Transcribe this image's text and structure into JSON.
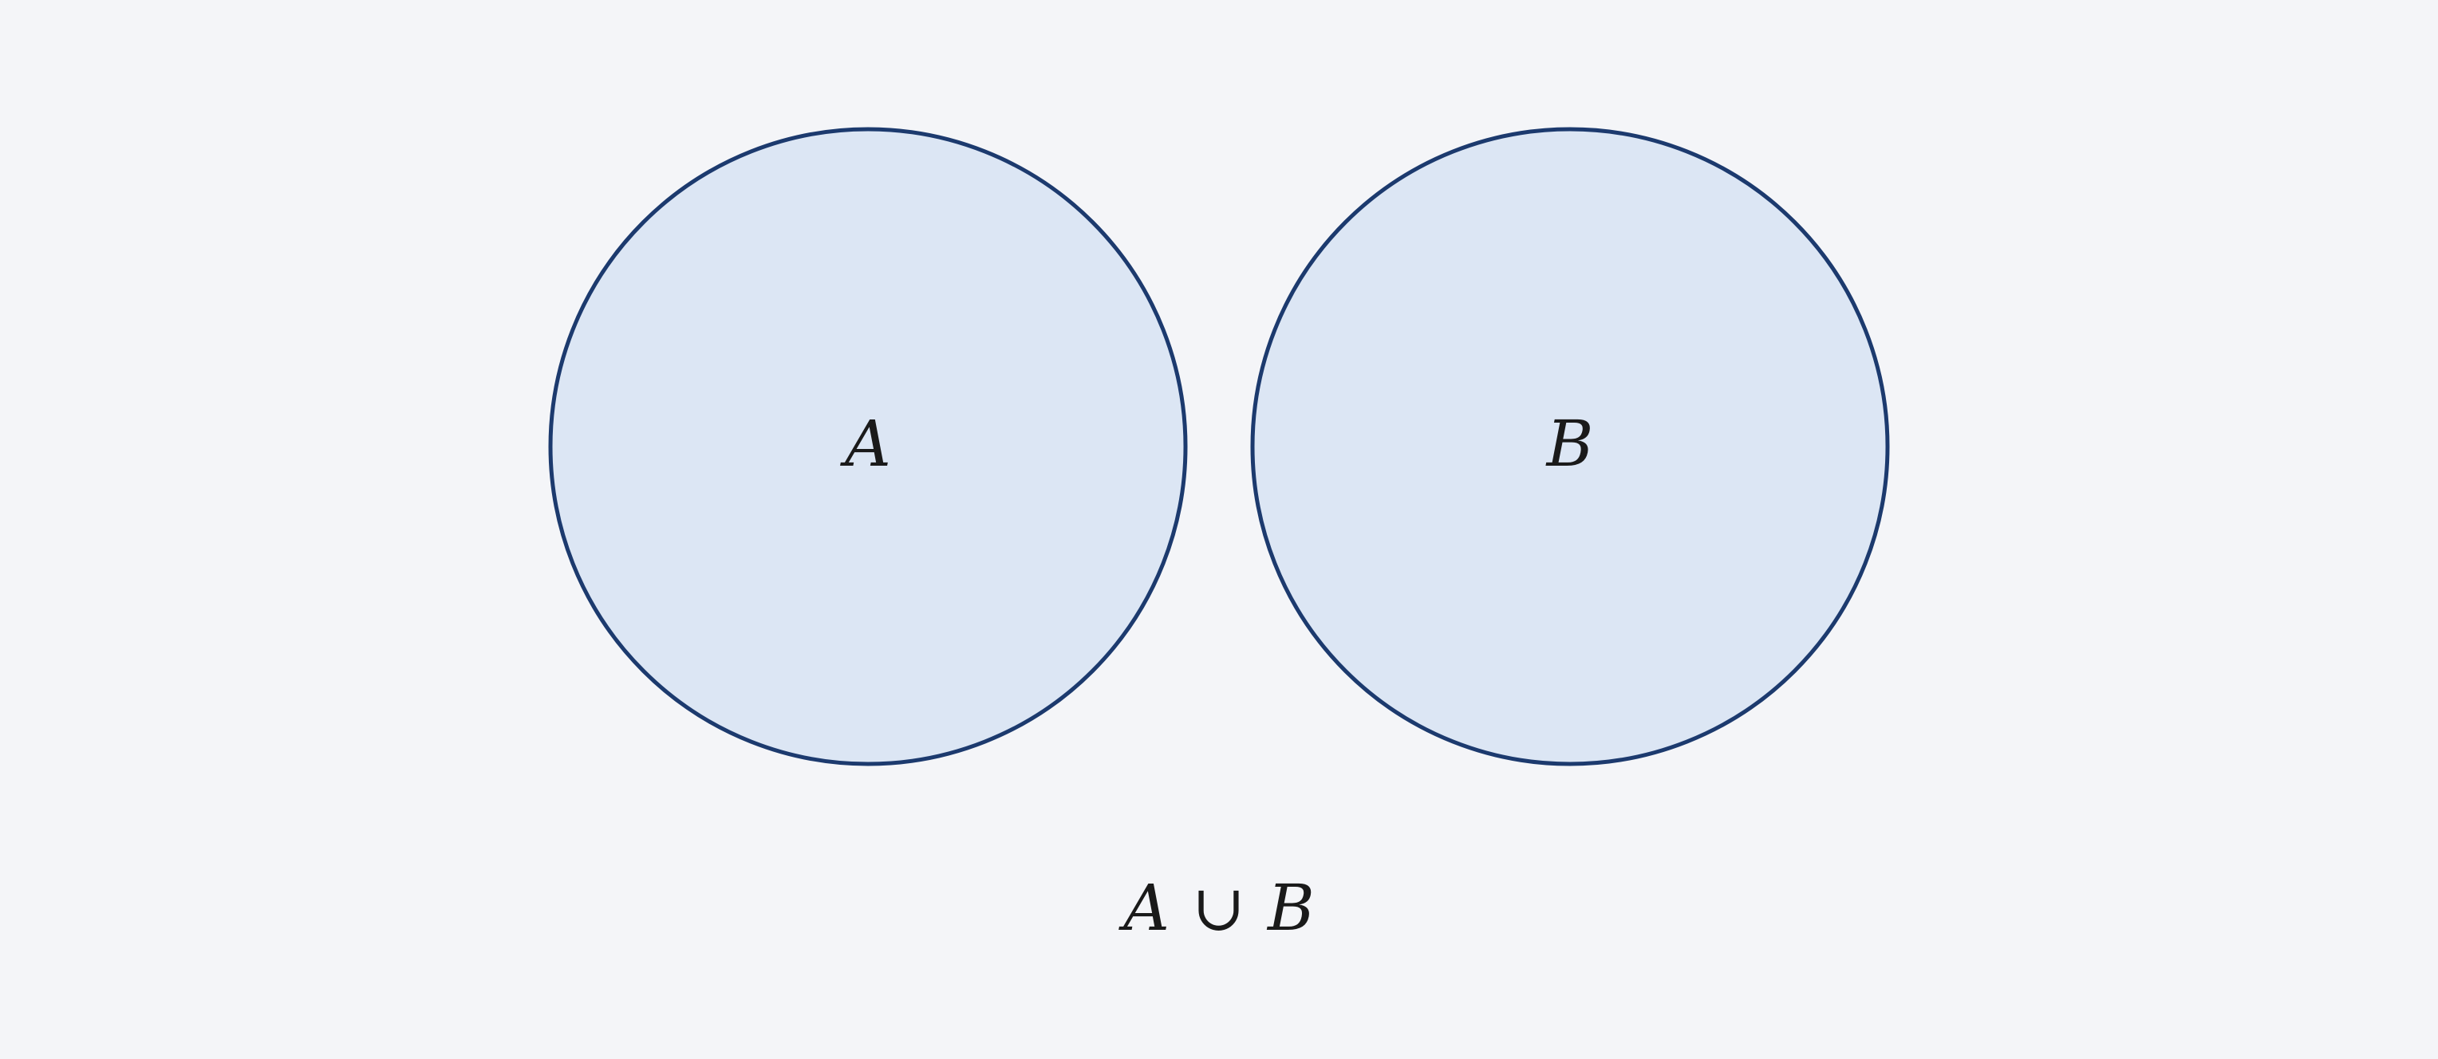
{
  "diagram": {
    "type": "venn",
    "sets": [
      {
        "id": "A",
        "label": "A"
      },
      {
        "id": "B",
        "label": "B"
      }
    ],
    "relation": "disjoint",
    "shaded": [
      "A",
      "B"
    ],
    "colors": {
      "background": "#f4f5f8",
      "fill": "#dce6f4",
      "stroke": "#1c3a6e",
      "text": "#1a1a1a"
    }
  },
  "expression": {
    "left": "A",
    "operator": "∪",
    "right": "B"
  }
}
